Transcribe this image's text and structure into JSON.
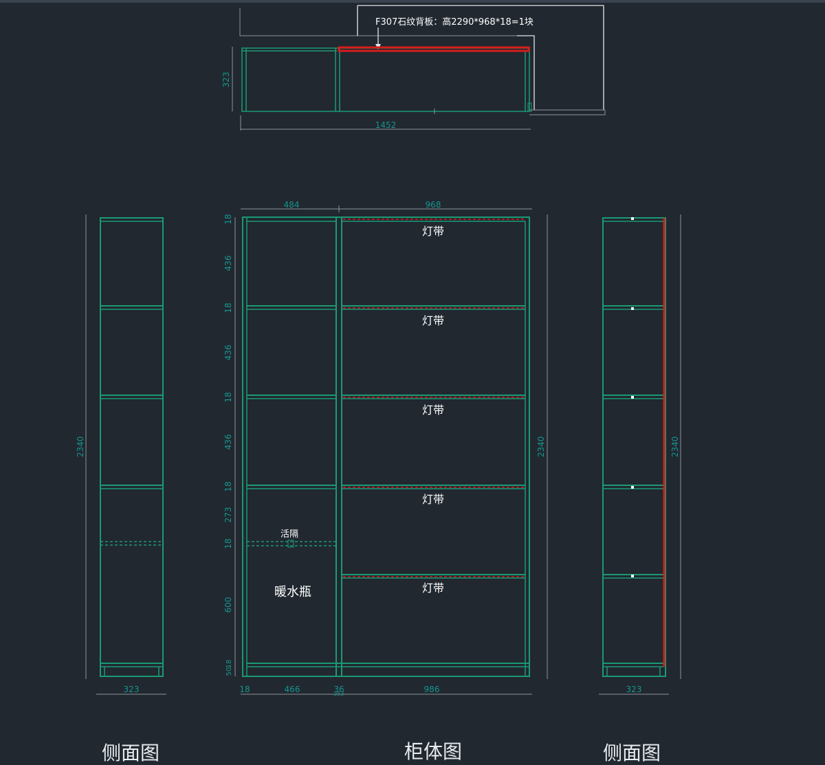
{
  "plan": {
    "note": "F307石纹背板：高2290*968*18=1块",
    "depth": "323",
    "width": "1452"
  },
  "front": {
    "top_widths": [
      "484",
      "968"
    ],
    "bottom_widths": [
      "18",
      "466",
      "36",
      "986"
    ],
    "bottom_sub": "253",
    "height": "2340",
    "left_dims": [
      "18",
      "436",
      "18",
      "436",
      "18",
      "436",
      "18",
      "273",
      "18",
      "600",
      "50",
      "18"
    ],
    "light_labels": [
      "灯带",
      "灯带",
      "灯带",
      "灯带",
      "灯带"
    ],
    "adjustable_shelf_label": "活隔",
    "compartment_label": "暖水瓶"
  },
  "side_left": {
    "height": "2340",
    "depth": "323"
  },
  "side_right": {
    "height": "2340",
    "depth": "323"
  },
  "titles": {
    "left": "侧面图",
    "center": "柜体图",
    "right": "侧面图"
  },
  "colors": {
    "background": "#212830",
    "panel_line": "#1b9a74",
    "dimension_line": "#8d939a",
    "dimension_text": "#16968f",
    "highlight": "#d81b1b",
    "leader": "#e6e6e6"
  }
}
